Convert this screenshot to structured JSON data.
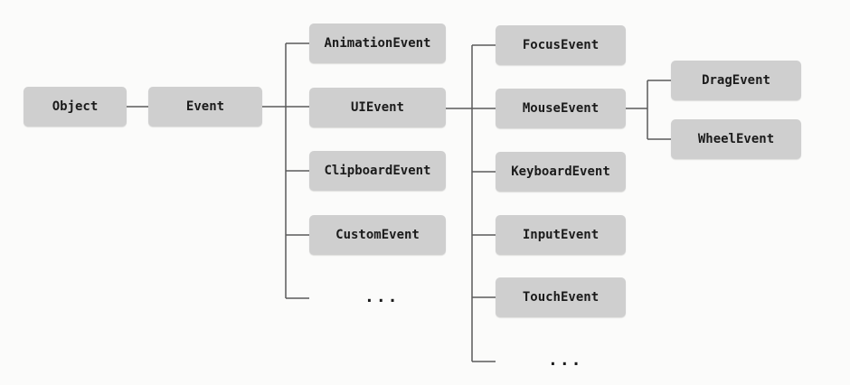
{
  "nodes": {
    "object": "Object",
    "event": "Event",
    "animation_event": "AnimationEvent",
    "ui_event": "UIEvent",
    "clipboard_event": "ClipboardEvent",
    "custom_event": "CustomEvent",
    "event_more": "...",
    "focus_event": "FocusEvent",
    "mouse_event": "MouseEvent",
    "keyboard_event": "KeyboardEvent",
    "input_event": "InputEvent",
    "touch_event": "TouchEvent",
    "ui_event_more": "...",
    "drag_event": "DragEvent",
    "wheel_event": "WheelEvent"
  },
  "colors": {
    "node_fill": "#cfcfcf",
    "connector": "#5a5a5a",
    "background": "#fbfbfa"
  }
}
